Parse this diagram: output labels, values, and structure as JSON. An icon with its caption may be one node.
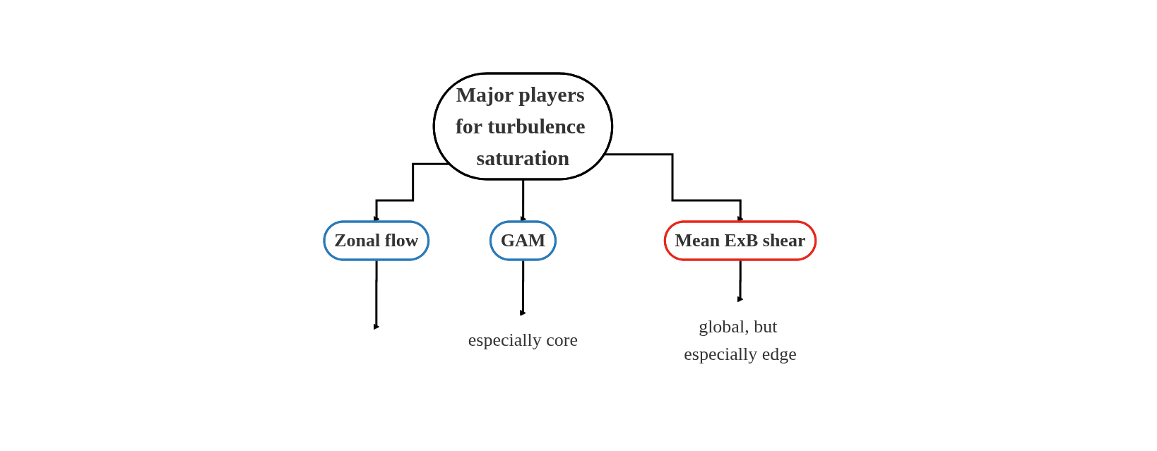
{
  "diagram": {
    "nodes": [
      {
        "text": [
          "Major players for turbulence saturation"
        ]
      },
      {
        "text": [
          "Zonal flow"
        ]
      },
      {
        "text": [
          "GAM"
        ]
      },
      {
        "text": [
          "Mean ExB shear"
        ]
      },
      {
        "text": [
          "especially core"
        ]
      },
      {
        "text": [
          "global, but especially edge"
        ]
      }
    ],
    "edges": [
      {
        "from": 0,
        "to": 1,
        "arrow": "to"
      },
      {
        "from": 0,
        "to": 2,
        "arrow": "to"
      },
      {
        "from": 0,
        "to": 3,
        "arrow": "to"
      },
      {
        "from": 1,
        "to": null,
        "arrow": "to"
      },
      {
        "from": 2,
        "to": 4,
        "arrow": "to"
      },
      {
        "from": 3,
        "to": 5,
        "arrow": "to"
      }
    ]
  }
}
